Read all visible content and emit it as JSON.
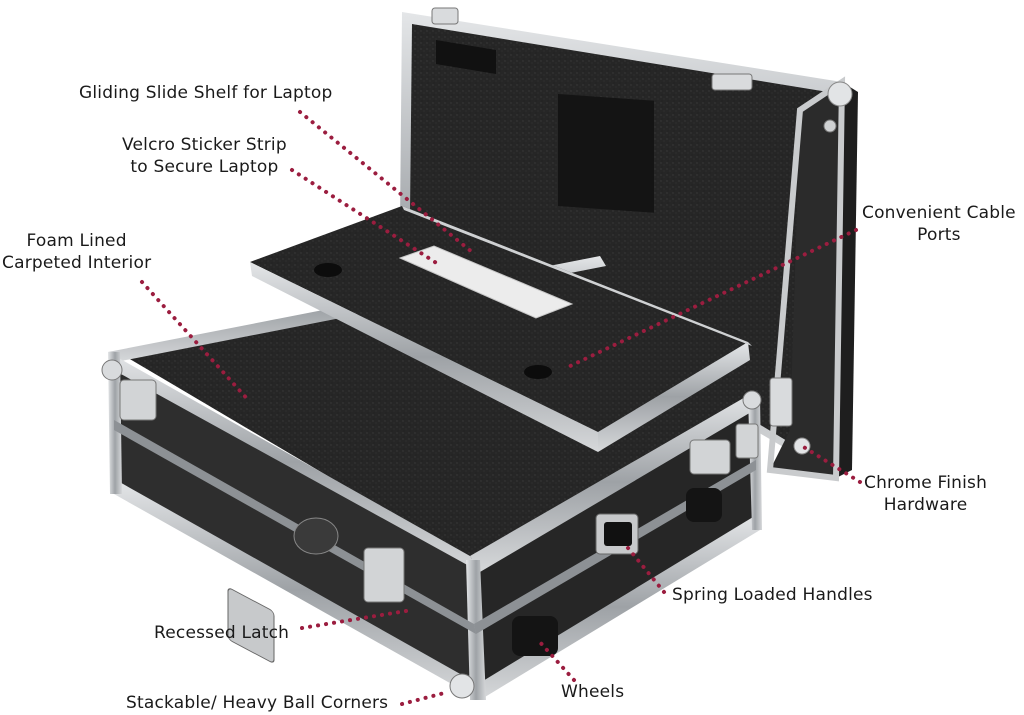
{
  "callouts": [
    {
      "id": "slide-shelf",
      "lines": [
        "Gliding Slide Shelf for Laptop"
      ]
    },
    {
      "id": "velcro-strip",
      "lines": [
        "Velcro Sticker Strip",
        "to Secure Laptop"
      ]
    },
    {
      "id": "foam-interior",
      "lines": [
        "Foam Lined",
        "Carpeted Interior"
      ]
    },
    {
      "id": "cable-ports",
      "lines": [
        "Convenient Cable",
        "Ports"
      ]
    },
    {
      "id": "chrome-hardware",
      "lines": [
        "Chrome Finish",
        "Hardware"
      ]
    },
    {
      "id": "spring-handles",
      "lines": [
        "Spring Loaded Handles"
      ]
    },
    {
      "id": "recessed-latch",
      "lines": [
        "Recessed Latch"
      ]
    },
    {
      "id": "wheels",
      "lines": [
        "Wheels"
      ]
    },
    {
      "id": "ball-corners",
      "lines": [
        "Stackable/ Heavy Ball Corners"
      ]
    }
  ],
  "colors": {
    "leader": "#9b1d3f",
    "carpet": "#262626",
    "aluminum": "#b9bcbf",
    "panel": "#2b2b2b",
    "background": "#ffffff"
  }
}
